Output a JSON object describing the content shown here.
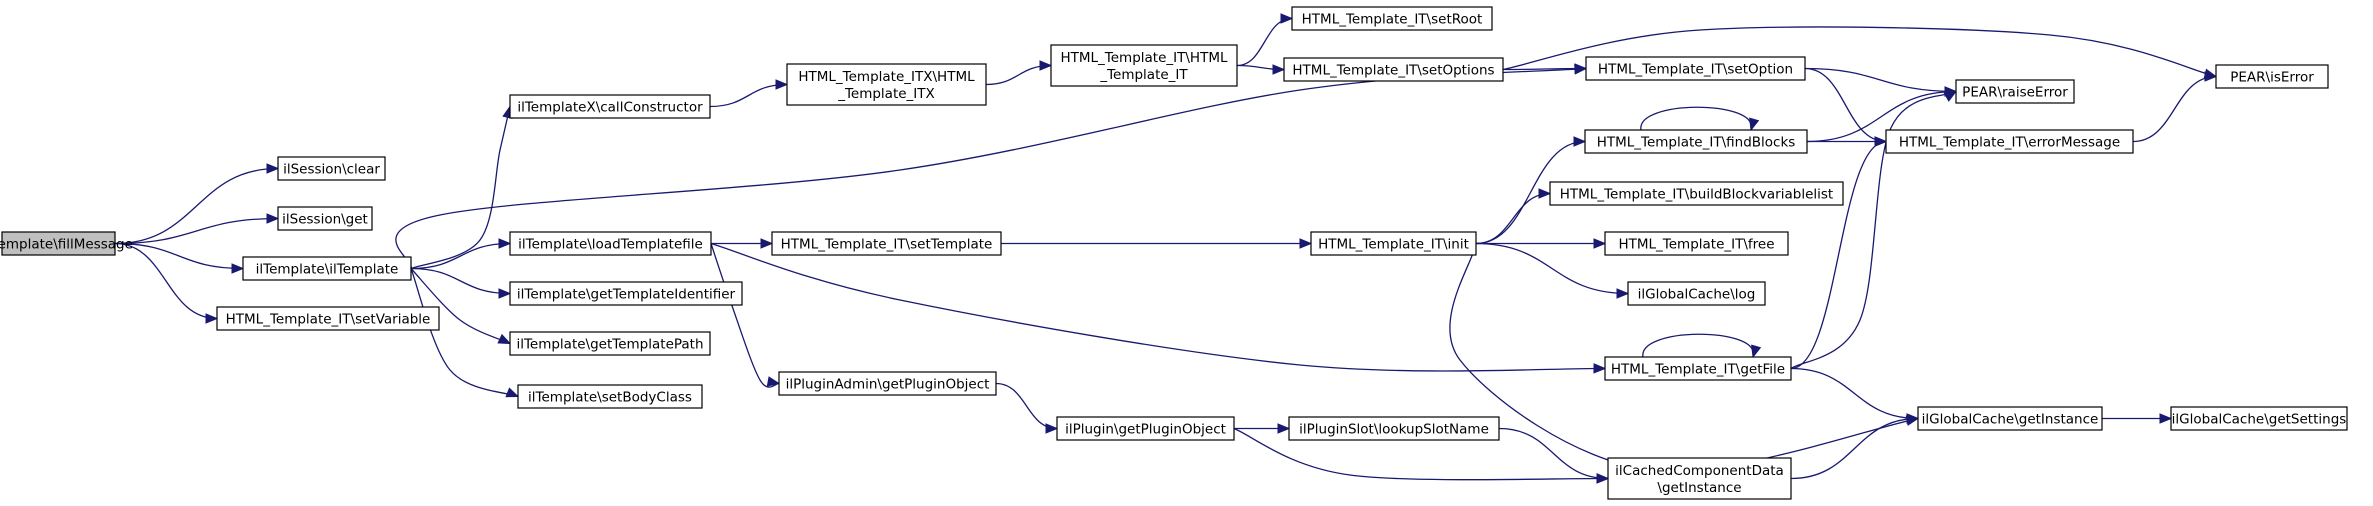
{
  "graph": {
    "nodes": {
      "fillMessage": [
        "ilTemplate\\fillMessage"
      ],
      "sessionClear": [
        "ilSession\\clear"
      ],
      "sessionGet": [
        "ilSession\\get"
      ],
      "ilTemplate": [
        "ilTemplate\\ilTemplate"
      ],
      "setVariable": [
        "HTML_Template_IT\\setVariable"
      ],
      "callConstructor": [
        "ilTemplateX\\callConstructor"
      ],
      "loadTemplatefile": [
        "ilTemplate\\loadTemplatefile"
      ],
      "getTemplateIdentifier": [
        "ilTemplate\\getTemplateIdentifier"
      ],
      "getTemplatePath": [
        "ilTemplate\\getTemplatePath"
      ],
      "setBodyClass": [
        "ilTemplate\\setBodyClass"
      ],
      "itxConstructor": [
        "HTML_Template_ITX\\HTML",
        "_Template_ITX"
      ],
      "itSetTemplate": [
        "HTML_Template_IT\\setTemplate"
      ],
      "getPluginObjectAdmin": [
        "ilPluginAdmin\\getPluginObject"
      ],
      "itConstructor": [
        "HTML_Template_IT\\HTML",
        "_Template_IT"
      ],
      "getPluginObject": [
        "ilPlugin\\getPluginObject"
      ],
      "setRoot": [
        "HTML_Template_IT\\setRoot"
      ],
      "setOptions": [
        "HTML_Template_IT\\setOptions"
      ],
      "init": [
        "HTML_Template_IT\\init"
      ],
      "lookupSlotName": [
        "ilPluginSlot\\lookupSlotName"
      ],
      "setOption": [
        "HTML_Template_IT\\setOption"
      ],
      "findBlocks": [
        "HTML_Template_IT\\findBlocks"
      ],
      "buildBlockvariablelist": [
        "HTML_Template_IT\\buildBlockvariablelist"
      ],
      "free": [
        "HTML_Template_IT\\free"
      ],
      "cacheLog": [
        "ilGlobalCache\\log"
      ],
      "getFile": [
        "HTML_Template_IT\\getFile"
      ],
      "cachedComponentData": [
        "ilCachedComponentData",
        "\\getInstance"
      ],
      "raiseError": [
        "PEAR\\raiseError"
      ],
      "errorMessage": [
        "HTML_Template_IT\\errorMessage"
      ],
      "cacheGetInstance": [
        "ilGlobalCache\\getInstance"
      ],
      "isError": [
        "PEAR\\isError"
      ],
      "getSettings": [
        "ilGlobalCache\\getSettings"
      ]
    },
    "root": "fillMessage",
    "edges": [
      [
        "fillMessage",
        "sessionClear"
      ],
      [
        "fillMessage",
        "sessionGet"
      ],
      [
        "fillMessage",
        "ilTemplate"
      ],
      [
        "fillMessage",
        "setVariable"
      ],
      [
        "ilTemplate",
        "callConstructor"
      ],
      [
        "ilTemplate",
        "setOption"
      ],
      [
        "ilTemplate",
        "loadTemplatefile"
      ],
      [
        "ilTemplate",
        "getTemplateIdentifier"
      ],
      [
        "ilTemplate",
        "getTemplatePath"
      ],
      [
        "ilTemplate",
        "setBodyClass"
      ],
      [
        "callConstructor",
        "itxConstructor"
      ],
      [
        "itxConstructor",
        "itConstructor"
      ],
      [
        "itConstructor",
        "setRoot"
      ],
      [
        "itConstructor",
        "setOptions"
      ],
      [
        "setOptions",
        "setOption"
      ],
      [
        "setOptions",
        "isError"
      ],
      [
        "setOption",
        "raiseError"
      ],
      [
        "setOption",
        "errorMessage"
      ],
      [
        "findBlocks",
        "raiseError"
      ],
      [
        "findBlocks",
        "errorMessage"
      ],
      [
        "findBlocks",
        "findBlocks"
      ],
      [
        "errorMessage",
        "isError"
      ],
      [
        "loadTemplatefile",
        "itSetTemplate"
      ],
      [
        "loadTemplatefile",
        "getPluginObjectAdmin"
      ],
      [
        "loadTemplatefile",
        "getFile"
      ],
      [
        "itSetTemplate",
        "init"
      ],
      [
        "init",
        "findBlocks"
      ],
      [
        "init",
        "buildBlockvariablelist"
      ],
      [
        "init",
        "free"
      ],
      [
        "init",
        "cacheLog"
      ],
      [
        "init",
        "cacheGetInstance"
      ],
      [
        "getFile",
        "getFile"
      ],
      [
        "getFile",
        "raiseError"
      ],
      [
        "getFile",
        "errorMessage"
      ],
      [
        "getFile",
        "cacheGetInstance"
      ],
      [
        "getPluginObjectAdmin",
        "getPluginObject"
      ],
      [
        "getPluginObject",
        "lookupSlotName"
      ],
      [
        "getPluginObject",
        "cachedComponentData"
      ],
      [
        "lookupSlotName",
        "cachedComponentData"
      ],
      [
        "cachedComponentData",
        "cacheGetInstance"
      ],
      [
        "cacheGetInstance",
        "getSettings"
      ]
    ]
  }
}
